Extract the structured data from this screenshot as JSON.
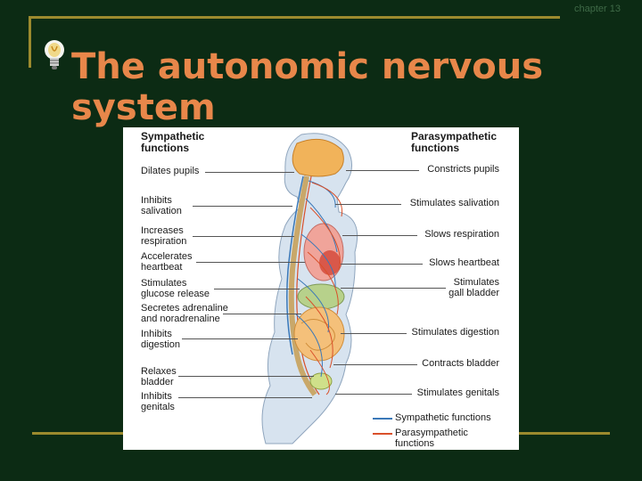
{
  "slide": {
    "corner_label": "chapter 13",
    "title": "The autonomic nervous system"
  },
  "diagram": {
    "left_header": "Sympathetic\nfunctions",
    "right_header": "Parasympathetic\nfunctions",
    "sympathetic_functions": [
      "Dilates pupils",
      "Inhibits\nsalivation",
      "Increases\nrespiration",
      "Accelerates\nheartbeat",
      "Stimulates\nglucose release",
      "Secretes adrenaline\nand noradrenaline",
      "Inhibits\ndigestion",
      "Relaxes\nbladder",
      "Inhibits\ngenitals"
    ],
    "parasympathetic_functions": [
      "Constricts pupils",
      "Stimulates salivation",
      "Slows respiration",
      "Slows heartbeat",
      "Stimulates\ngall bladder",
      "Stimulates digestion",
      "Contracts bladder",
      "Stimulates genitals"
    ],
    "legend": {
      "sympathetic": "Sympathetic functions",
      "parasympathetic": "Parasympathetic\nfunctions"
    },
    "colors": {
      "sympathetic": "#3a78b8",
      "parasympathetic": "#d9502a"
    }
  }
}
